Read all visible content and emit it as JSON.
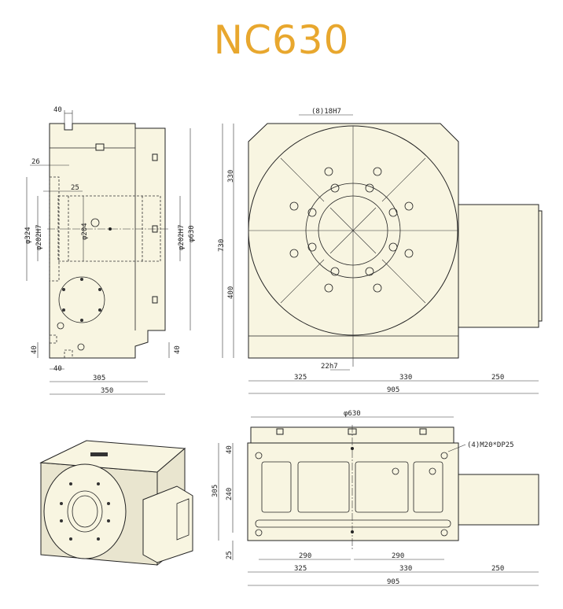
{
  "title": "NC630",
  "side_view": {
    "top_w": "40",
    "d26": "26",
    "d25": "25",
    "d324": "φ324",
    "d202": "φ202H7",
    "d204": "φ204",
    "d202r": "φ202H7",
    "d630": "φ630",
    "bl40": "40",
    "br40": "40",
    "bb40": "40",
    "w305": "305",
    "w350": "350"
  },
  "front_view": {
    "slot": "(8)18H7",
    "h330": "330",
    "h730": "730",
    "h400": "400",
    "key": "22h7",
    "w325": "325",
    "w330": "330",
    "w250": "250",
    "w905": "905"
  },
  "bottom_view": {
    "dia": "φ630",
    "bolt": "(4)M20*DP25",
    "h40": "40",
    "h305": "305",
    "h240": "240",
    "h25": "25",
    "w290a": "290",
    "w290b": "290",
    "w325": "325",
    "w330": "330",
    "w250": "250",
    "w905": "905"
  },
  "colors": {
    "title": "#E8A72E",
    "body": "#F8F5E1"
  }
}
